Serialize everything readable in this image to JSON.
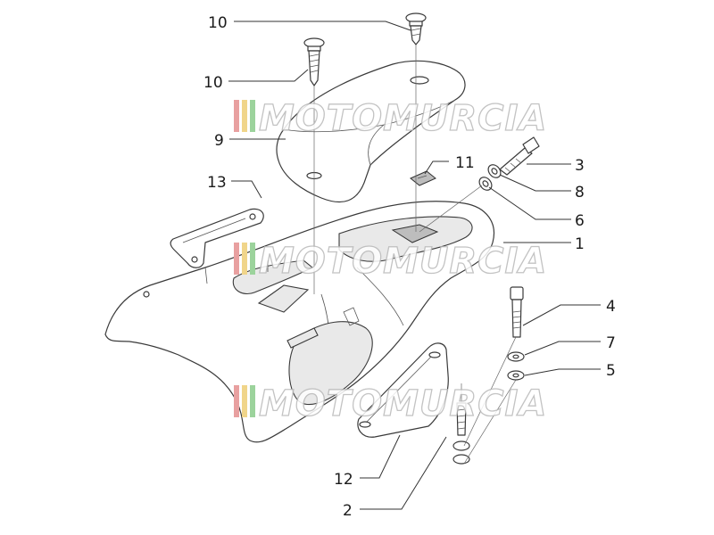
{
  "watermark": {
    "text": "MOTOMURCIA",
    "stripe_colors": [
      "#e8a0a0",
      "#f0d58a",
      "#9cd39c"
    ]
  },
  "callouts": [
    {
      "id": "10a",
      "label": "10"
    },
    {
      "id": "10b",
      "label": "10"
    },
    {
      "id": "9",
      "label": "9"
    },
    {
      "id": "13",
      "label": "13"
    },
    {
      "id": "11",
      "label": "11"
    },
    {
      "id": "3",
      "label": "3"
    },
    {
      "id": "8",
      "label": "8"
    },
    {
      "id": "6",
      "label": "6"
    },
    {
      "id": "1",
      "label": "1"
    },
    {
      "id": "4",
      "label": "4"
    },
    {
      "id": "7",
      "label": "7"
    },
    {
      "id": "5",
      "label": "5"
    },
    {
      "id": "12",
      "label": "12"
    },
    {
      "id": "2",
      "label": "2"
    }
  ]
}
